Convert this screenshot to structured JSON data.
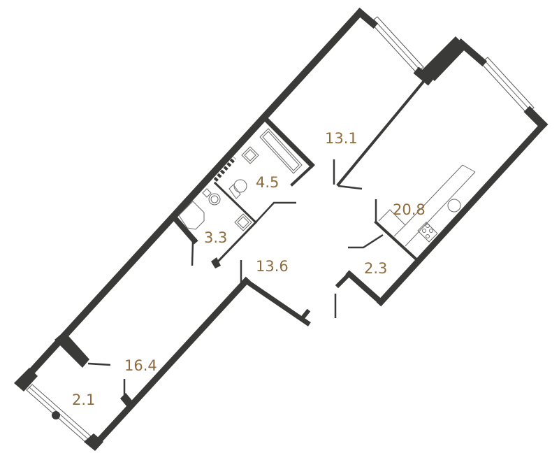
{
  "plan": {
    "wall_color": "#3a3a38",
    "label_color": "#8f6c3e",
    "rooms": [
      {
        "id": "room-13-1",
        "area": "13.1"
      },
      {
        "id": "room-20-8",
        "area": "20.8"
      },
      {
        "id": "room-4-5",
        "area": "4.5"
      },
      {
        "id": "room-3-3",
        "area": "3.3"
      },
      {
        "id": "room-13-6",
        "area": "13.6"
      },
      {
        "id": "room-2-3",
        "area": "2.3"
      },
      {
        "id": "room-16-4",
        "area": "16.4"
      },
      {
        "id": "room-2-1",
        "area": "2.1"
      }
    ]
  }
}
